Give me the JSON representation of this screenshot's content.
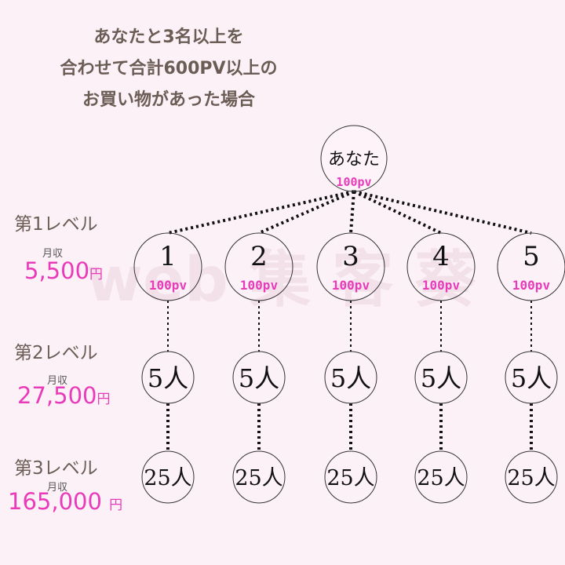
{
  "title_lines": [
    "あなたと3名以上を",
    "合わせて合計600PV以上の",
    "お買い物があった場合"
  ],
  "watermark": "web 集 客 葵",
  "root": {
    "label": "あなた",
    "pv": "100pv"
  },
  "level1_nodes": [
    {
      "label": "1",
      "pv": "100pv"
    },
    {
      "label": "2",
      "pv": "100pv"
    },
    {
      "label": "3",
      "pv": "100pv"
    },
    {
      "label": "4",
      "pv": "100pv"
    },
    {
      "label": "5",
      "pv": "100pv"
    }
  ],
  "level2_node_label": "5人",
  "level3_node_label": "25人",
  "levels": [
    {
      "name": "第1レベル",
      "income_label": "月収",
      "amount": "5,500",
      "unit": "円"
    },
    {
      "name": "第2レベル",
      "income_label": "月収",
      "amount": "27,500",
      "unit": "円"
    },
    {
      "name": "第3レベル",
      "income_label": "月収",
      "amount": "165,000",
      "unit": "円"
    }
  ],
  "colors": {
    "accent": "#e93bb9",
    "text": "#6b5d55",
    "background": "#fdf1f8"
  }
}
